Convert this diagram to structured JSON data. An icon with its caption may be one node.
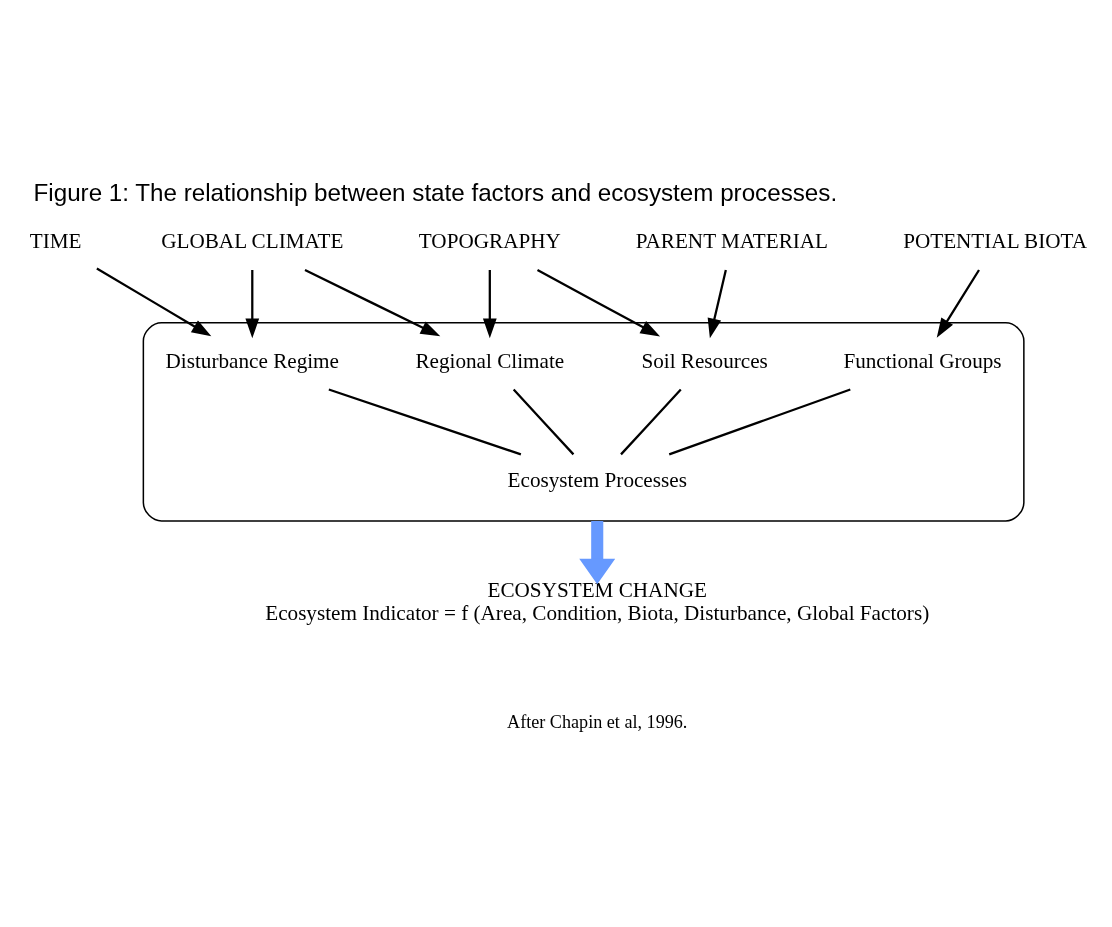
{
  "diagram": {
    "title": "Figure 1: The relationship between state factors and ecosystem processes.",
    "nodes": [
      {
        "text": [],
        "shape": "ellipse"
      },
      {
        "text": [
          "Regional Climate"
        ],
        "in": 0
      },
      {
        "text": [
          "Disturbance Regime"
        ],
        "in": 0
      },
      {
        "text": [
          "Ecosystem Processes"
        ],
        "in": 0
      },
      {
        "text": [
          "Soil Resources"
        ],
        "in": 0
      },
      {
        "text": [
          "Functional Groups"
        ],
        "in": 0
      },
      {
        "text": [
          "GLOBAL CLIMATE"
        ]
      },
      {
        "text": [
          "TIME"
        ]
      },
      {
        "text": [
          "TOPOGRAPHY"
        ]
      },
      {
        "text": [
          "PARENT MATERIAL"
        ]
      },
      {
        "text": [
          "POTENTIAL BIOTA"
        ]
      },
      {
        "text": [
          "ECOSYSTEM CHANGE",
          "Ecosystem Indicator = f (Area, Condition, Biota, Disturbance, Global Factors)"
        ]
      }
    ],
    "edges": [
      {
        "from": 6,
        "to": 1,
        "arrow": "to"
      },
      {
        "from": 6,
        "to": 2,
        "arrow": "to"
      },
      {
        "from": 7,
        "to": 2,
        "arrow": "to"
      },
      {
        "from": 8,
        "to": 1,
        "arrow": "to"
      },
      {
        "from": 8,
        "to": 4,
        "arrow": "to"
      },
      {
        "from": 1,
        "to": 3,
        "arrow": "none"
      },
      {
        "from": 2,
        "to": 3,
        "arrow": "none"
      },
      {
        "from": 4,
        "to": 3,
        "arrow": "none"
      },
      {
        "from": 5,
        "to": 3,
        "arrow": "none"
      },
      {
        "from": 9,
        "to": 4,
        "arrow": "to"
      },
      {
        "from": 10,
        "to": 5,
        "arrow": "to"
      },
      {
        "from": 0,
        "to": 11,
        "arrow": "to",
        "style": "thick",
        "color": "#6699ff"
      }
    ],
    "labels": [
      "After Chapin et al, 1996."
    ]
  }
}
